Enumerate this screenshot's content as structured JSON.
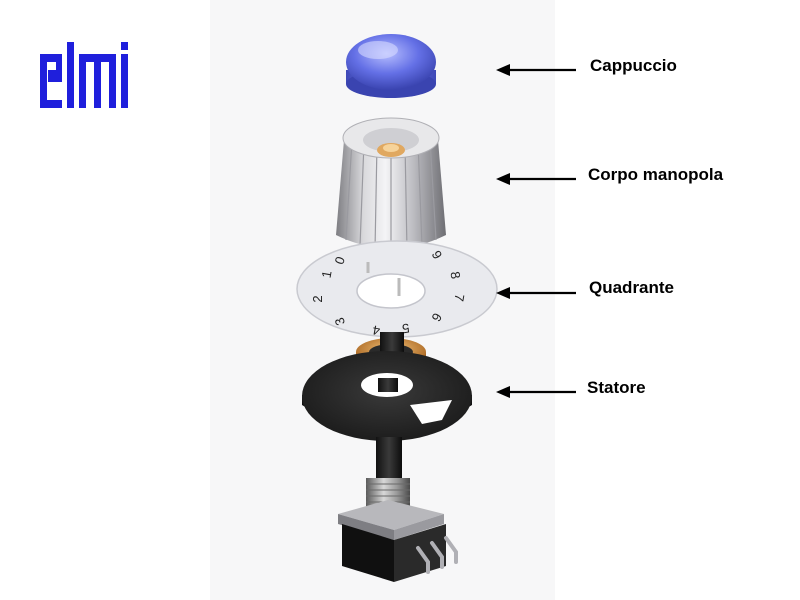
{
  "logo": {
    "text": "elmi",
    "color": "#1f1fdc",
    "icon": "elmi-logo"
  },
  "callouts": [
    {
      "id": "cap",
      "label": "Cappuccio"
    },
    {
      "id": "body",
      "label": "Corpo manopola"
    },
    {
      "id": "dial",
      "label": "Quadrante"
    },
    {
      "id": "stator",
      "label": "Statore"
    }
  ],
  "dial_numbers": [
    "0",
    "1",
    "2",
    "3",
    "4",
    "5",
    "6",
    "7",
    "8",
    "9"
  ],
  "colors": {
    "cap": "#6470e6",
    "stator": "#222222",
    "nut": "#c98a3a",
    "dial": "#e9eaee"
  }
}
